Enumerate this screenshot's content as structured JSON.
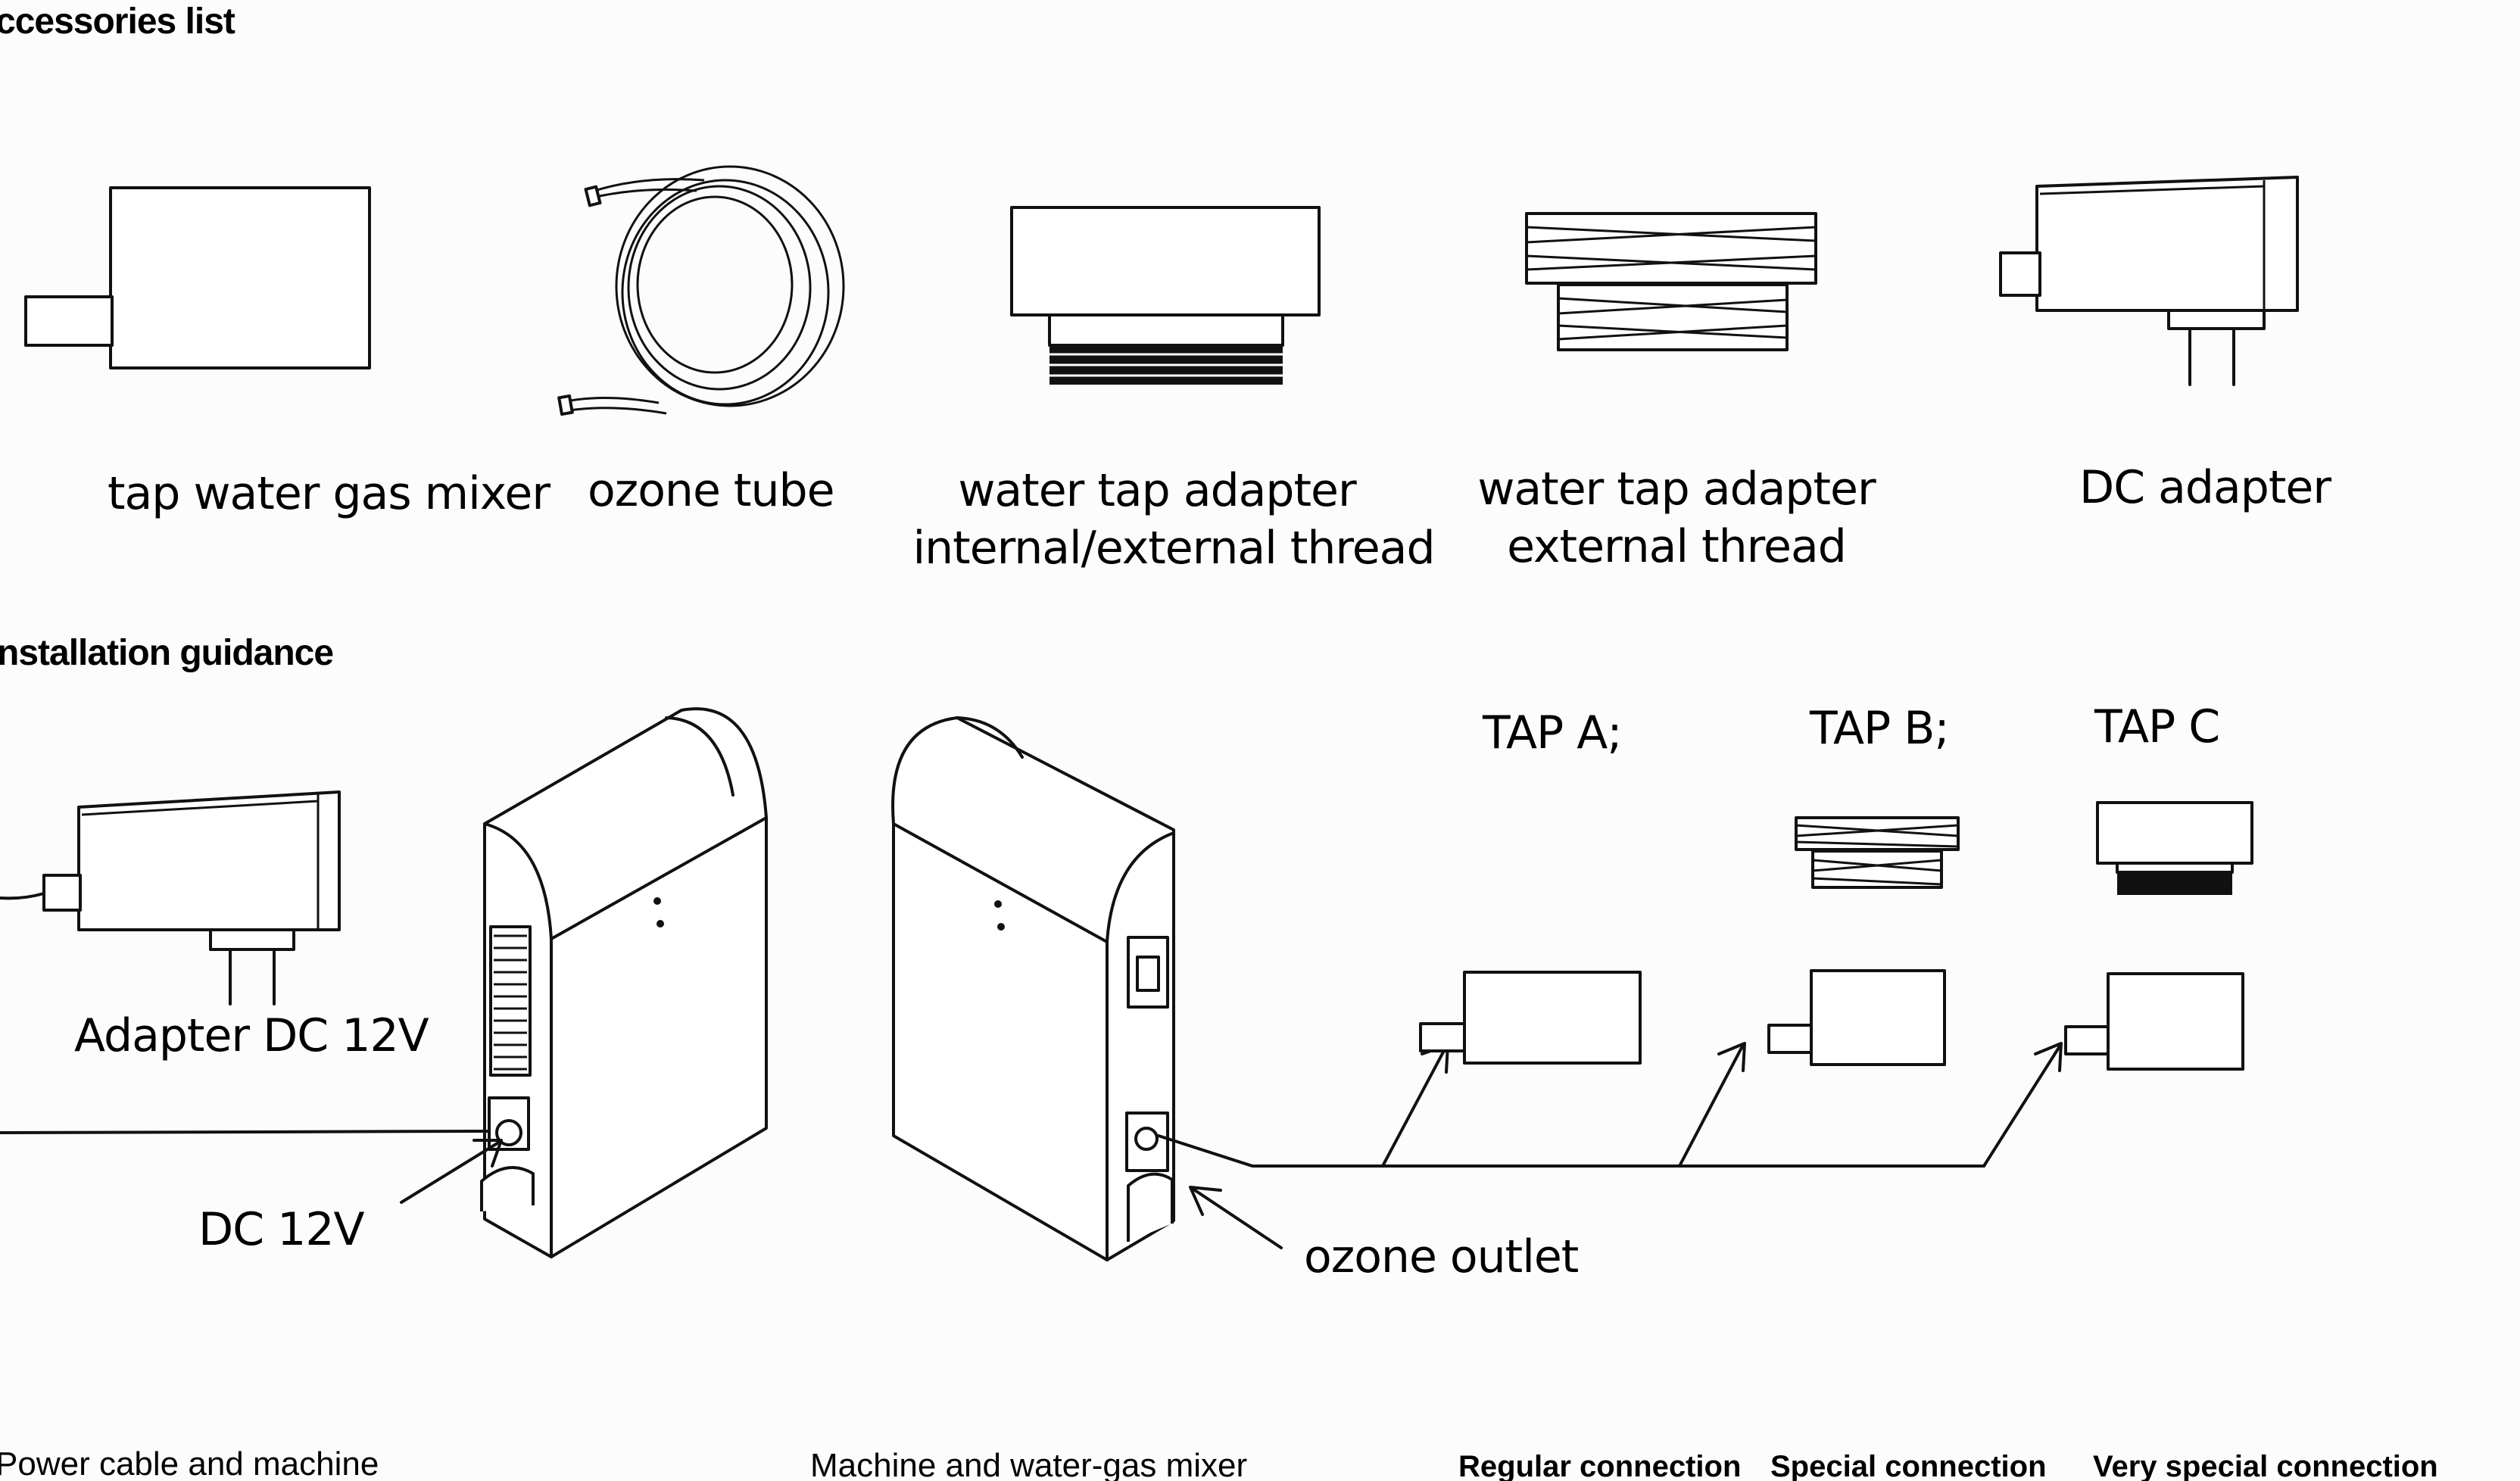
{
  "sections": {
    "accessories_title": "ccessories list",
    "installation_title": "nstallation guidance"
  },
  "accessories": [
    {
      "label_line1": "tap water gas mixer",
      "label_line2": ""
    },
    {
      "label_line1": "ozone tube",
      "label_line2": ""
    },
    {
      "label_line1": "water tap adapter",
      "label_line2": "internal/external thread"
    },
    {
      "label_line1": "water tap adapter",
      "label_line2": "external thread"
    },
    {
      "label_line1": "DC adapter",
      "label_line2": ""
    }
  ],
  "installation": {
    "adapter_label": "Adapter DC 12V",
    "dc_label": "DC 12V",
    "ozone_outlet_label": "ozone outlet",
    "taps": [
      "TAP A;",
      "TAP B;",
      "TAP C"
    ]
  },
  "captions": {
    "power": "Power cable and machine",
    "mixer": "Machine and water-gas mixer",
    "regular": "Regular connection",
    "special": "Special connection",
    "very_special": "Very special connection"
  }
}
